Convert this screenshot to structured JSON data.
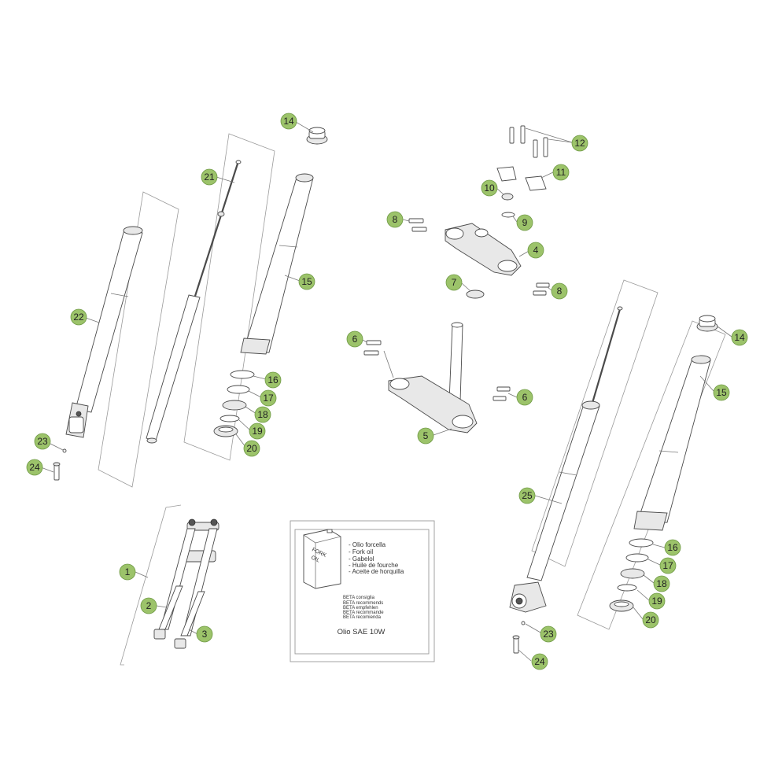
{
  "callouts": [
    {
      "id": "c14a",
      "label": "14"
    },
    {
      "id": "c21",
      "label": "21"
    },
    {
      "id": "c15a",
      "label": "15"
    },
    {
      "id": "c22",
      "label": "22"
    },
    {
      "id": "c16a",
      "label": "16"
    },
    {
      "id": "c17a",
      "label": "17"
    },
    {
      "id": "c18a",
      "label": "18"
    },
    {
      "id": "c19a",
      "label": "19"
    },
    {
      "id": "c20a",
      "label": "20"
    },
    {
      "id": "c23a",
      "label": "23"
    },
    {
      "id": "c24a",
      "label": "24"
    },
    {
      "id": "c12",
      "label": "12"
    },
    {
      "id": "c11",
      "label": "11"
    },
    {
      "id": "c10",
      "label": "10"
    },
    {
      "id": "c9",
      "label": "9"
    },
    {
      "id": "c8a",
      "label": "8"
    },
    {
      "id": "c4",
      "label": "4"
    },
    {
      "id": "c8b",
      "label": "8"
    },
    {
      "id": "c7",
      "label": "7"
    },
    {
      "id": "c6a",
      "label": "6"
    },
    {
      "id": "c6b",
      "label": "6"
    },
    {
      "id": "c5",
      "label": "5"
    },
    {
      "id": "c14b",
      "label": "14"
    },
    {
      "id": "c15b",
      "label": "15"
    },
    {
      "id": "c25",
      "label": "25"
    },
    {
      "id": "c16b",
      "label": "16"
    },
    {
      "id": "c17b",
      "label": "17"
    },
    {
      "id": "c18b",
      "label": "18"
    },
    {
      "id": "c19b",
      "label": "19"
    },
    {
      "id": "c20b",
      "label": "20"
    },
    {
      "id": "c23b",
      "label": "23"
    },
    {
      "id": "c24b",
      "label": "24"
    },
    {
      "id": "c1",
      "label": "1"
    },
    {
      "id": "c2",
      "label": "2"
    },
    {
      "id": "c3",
      "label": "3"
    }
  ],
  "oil_box": {
    "can_label_line1": "FORK",
    "can_label_line2": "OIL",
    "names": [
      "- Olio forcella",
      "- Fork oil",
      "- Gabelol",
      "- Huile de fourche",
      "- Aceite de horquilla"
    ],
    "recommend": [
      "BETA consiglia",
      "BETA recommends",
      "BETA empfehlen",
      "BETA recommande",
      "BETA recomienda"
    ],
    "spec": "Olio SAE 10W"
  },
  "colors": {
    "callout_fill": "#9cc36a",
    "callout_stroke": "#6f9a45",
    "line": "#4a4a4a"
  }
}
